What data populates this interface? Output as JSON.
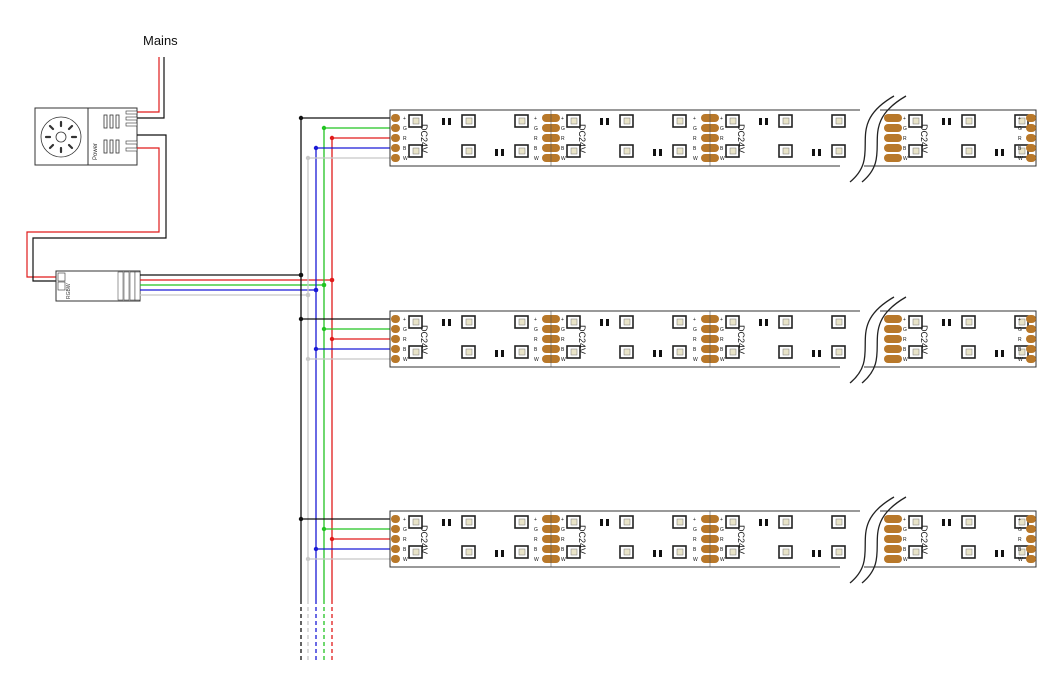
{
  "mains_label": "Mains",
  "power_supply": {
    "label": "Power"
  },
  "controller": {
    "label": "RGBW"
  },
  "strip": {
    "voltage_label": "DC24V",
    "pin_labels": [
      "+",
      "G",
      "R",
      "B",
      "W"
    ]
  },
  "colors": {
    "positive": "#111111",
    "green": "#22c422",
    "red": "#e01b1b",
    "blue": "#1a1ad6",
    "white": "#c8c8c8",
    "pad": "#b8782a",
    "outline": "#333333"
  },
  "icons": {
    "power_supply": "power-supply-icon",
    "controller": "controller-icon",
    "led": "led-chip-icon",
    "break": "strip-break-icon"
  }
}
